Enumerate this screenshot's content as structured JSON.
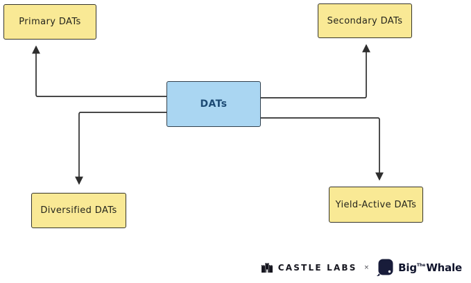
{
  "diagram": {
    "center": {
      "label": "DATs"
    },
    "nodes": [
      {
        "id": "primary",
        "label": "Primary DATs"
      },
      {
        "id": "secondary",
        "label": "Secondary DATs"
      },
      {
        "id": "diversified",
        "label": "Diversified DATs"
      },
      {
        "id": "yield_active",
        "label": "Yield-Active DATs"
      }
    ],
    "colors": {
      "node_fill": "#f9e995",
      "node_border": "#35342a",
      "center_fill": "#aad6f2",
      "center_text": "#1c4a74",
      "connector": "#2e2e2e",
      "background": "#ffffff"
    }
  },
  "footer": {
    "castle_labs": "CASTLE LABS",
    "separator": "×",
    "whale_big": "Big",
    "whale_the": "The",
    "whale_word": "Whale",
    "icons": {
      "castle": "castle-icon",
      "whale": "whale-icon"
    },
    "brand_color": "#16161f",
    "whale_color": "#181c3a"
  }
}
